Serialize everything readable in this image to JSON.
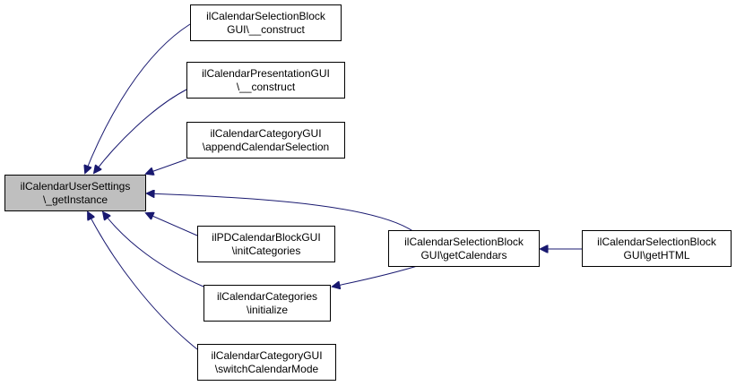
{
  "colors": {
    "edge": "#191970",
    "node_fill": "#ffffff",
    "focus_fill": "#bfbfbf",
    "border": "#000000"
  },
  "nodes": {
    "get_instance": {
      "line1": "ilCalendarUserSettings",
      "line2": "\\_getInstance"
    },
    "selblock_construct": {
      "line1": "ilCalendarSelectionBlock",
      "line2": "GUI\\__construct"
    },
    "presentation_construct": {
      "line1": "ilCalendarPresentationGUI",
      "line2": "\\__construct"
    },
    "catgui_append": {
      "line1": "ilCalendarCategoryGUI",
      "line2": "\\appendCalendarSelection"
    },
    "pdblock_init": {
      "line1": "ilPDCalendarBlockGUI",
      "line2": "\\initCategories"
    },
    "categories_initialize": {
      "line1": "ilCalendarCategories",
      "line2": "\\initialize"
    },
    "catgui_switch": {
      "line1": "ilCalendarCategoryGUI",
      "line2": "\\switchCalendarMode"
    },
    "selblock_getcalendars": {
      "line1": "ilCalendarSelectionBlock",
      "line2": "GUI\\getCalendars"
    },
    "selblock_gethtml": {
      "line1": "ilCalendarSelectionBlock",
      "line2": "GUI\\getHTML"
    }
  }
}
